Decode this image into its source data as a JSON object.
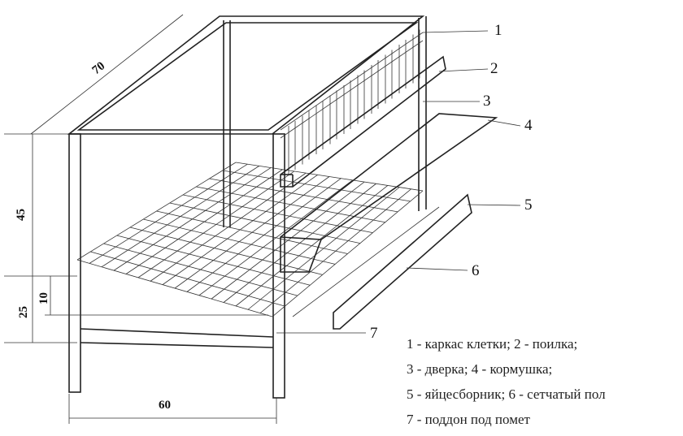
{
  "dimensions": {
    "depth": "70",
    "height": "45",
    "tray_height": "25",
    "floor_offset": "10",
    "width": "60"
  },
  "callouts": [
    "1",
    "2",
    "3",
    "4",
    "5",
    "6",
    "7"
  ],
  "legend": [
    "1 - каркас клетки; 2 - поилка;",
    "3 - дверка; 4 - кормушка;",
    "5 - яйцесборник; 6 - сетчатый пол",
    "7 - поддон под помет"
  ]
}
